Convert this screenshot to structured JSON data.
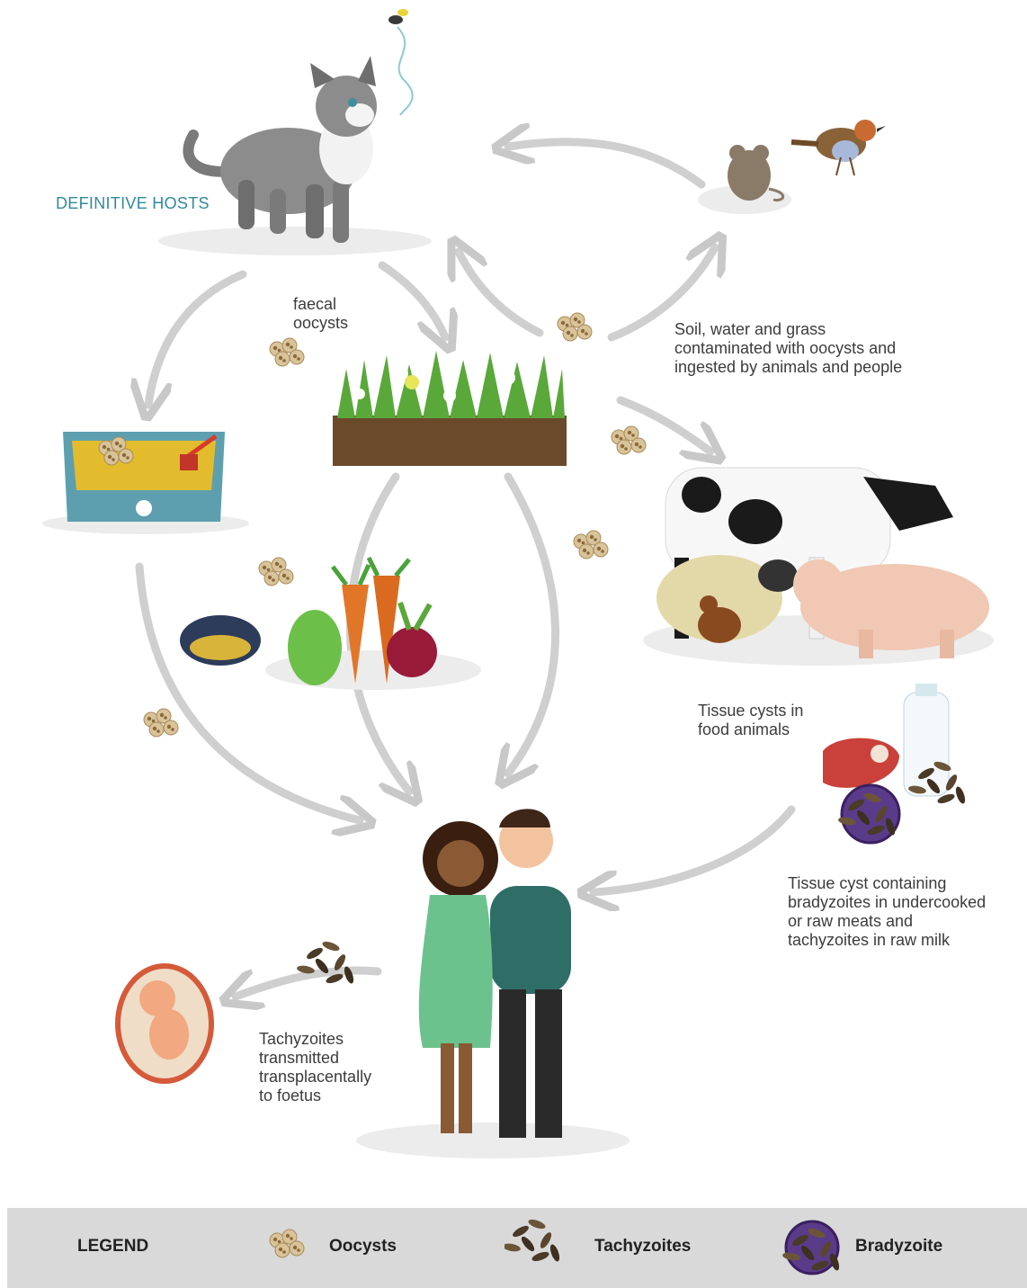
{
  "diagram": {
    "definitive_hosts_label": "DEFINITIVE HOSTS",
    "faecal_label": "faecal\noocysts",
    "soil_label": "Soil, water and grass\ncontaminated with oocysts and\ningested by animals and people",
    "tissue_cysts_label": "Tissue cysts in\nfood animals",
    "tissue_cyst_meat_label": "Tissue cyst containing\nbradyzoites in undercooked\nor raw meats and\ntachyzoites in raw milk",
    "transplacental_label": "Tachyzoites\ntransmitted\ntransplacentally\nto foetus"
  },
  "legend": {
    "title": "LEGEND",
    "items": [
      {
        "label": "Oocysts",
        "icon": "oocysts-icon"
      },
      {
        "label": "Tachyzoites",
        "icon": "tachyzoites-icon"
      },
      {
        "label": "Bradyzoite",
        "icon": "bradyzoite-icon"
      }
    ]
  },
  "colors": {
    "arrow": "#c8c8c8",
    "hosts_text": "#2f8a9c",
    "legend_bg": "#d9d9d9"
  }
}
